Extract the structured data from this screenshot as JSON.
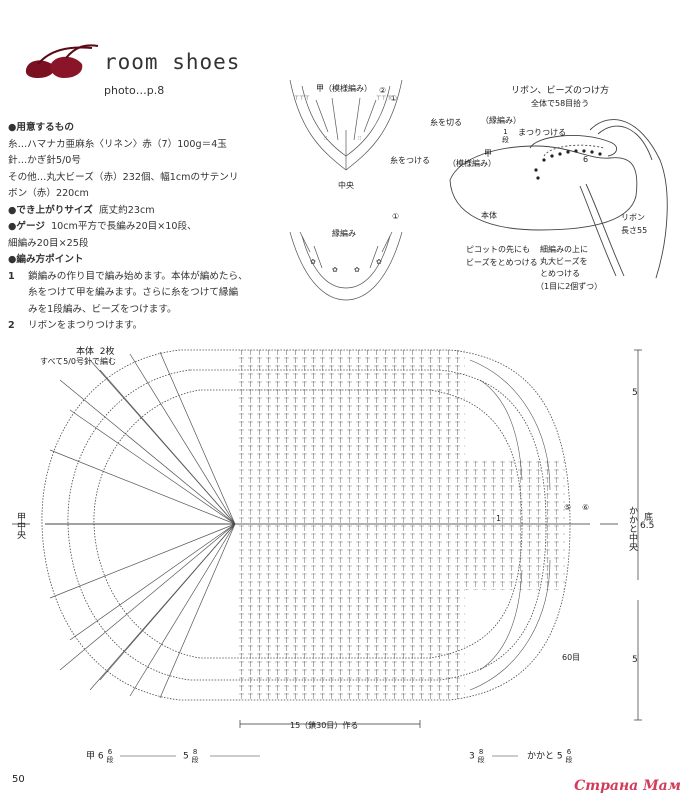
{
  "header": {
    "title": "room shoes",
    "photo_ref": "photo…p.8"
  },
  "materials": {
    "heading_materials": "●用意するもの",
    "yarn_line": "糸…ハマナカ亜麻糸〈リネン〉赤（7）100g＝4玉",
    "needle_line": "針…かぎ針5/0号",
    "other_line1": "その他…丸大ビーズ（赤）232個、幅1cmのサテンリ",
    "other_line2": "ボン（赤）220cm",
    "heading_size": "●でき上がりサイズ",
    "size_value": "底丈約23cm",
    "heading_gauge": "●ゲージ",
    "gauge_line1": "10cm平方で長編み20目×10段、",
    "gauge_line2": "細編み20目×25段",
    "heading_points": "●編み方ポイント",
    "points": [
      {
        "num": "1",
        "lines": [
          "鎖編みの作り目で編み始めます。本体が編めたら、",
          "糸をつけて甲を編みます。さらに糸をつけて縁編",
          "みを1段編み、ビーズをつけます。"
        ]
      },
      {
        "num": "2",
        "lines": [
          "リボンをまつりつけます。"
        ]
      }
    ]
  },
  "instep_chart": {
    "title": "甲（模様編み）",
    "cut_yarn": "糸を切る",
    "attach_yarn": "糸をつける",
    "center": "中央",
    "row1": "①",
    "row2": "②"
  },
  "edge_chart": {
    "title": "縁編み",
    "row1": "①"
  },
  "ribbon_diagram": {
    "title": "リボン、ビーズのつけ方",
    "pick_up": "全体で58目拾う",
    "edge_label": "（縁編み）",
    "edge_rows_num": "1",
    "edge_rows_unit": "段",
    "sew_on": "まつりつける",
    "instep_label1": "甲",
    "instep_label2": "（模様編み）",
    "six": "6",
    "body": "本体",
    "ribbon1": "リボン",
    "ribbon2": "長さ55",
    "picot1": "ピコットの先にも",
    "picot2": "ビーズをとめつける",
    "sc1": "細編みの上に",
    "sc2": "丸大ビーズを",
    "sc3": "とめつける",
    "sc4": "（1目に2個ずつ）"
  },
  "main_chart": {
    "title": "本体",
    "count": "2枚",
    "needle": "すべて5/0号針で編む",
    "toe_center": "甲中央",
    "heel_center": "かかと中央",
    "sole": "底",
    "sole_value": "6.5",
    "side_top": "5",
    "side_bottom": "5",
    "stitches60": "60目",
    "chain_base": "15（鎖30目）作る",
    "row5": "⑤",
    "row6": "⑥",
    "start": "1"
  },
  "footer": {
    "instep_label": "甲",
    "instep_num": "6",
    "instep_frac_top": "6",
    "instep_frac_bot": "段",
    "mid_num": "5",
    "mid_frac_top": "8",
    "mid_frac_bot": "段",
    "right_num": "3",
    "right_frac_top": "8",
    "right_frac_bot": "段",
    "heel_label": "かかと",
    "heel_num": "5",
    "heel_frac_top": "6",
    "heel_frac_bot": "段",
    "page_number": "50"
  },
  "watermark": "Страна Мам",
  "colors": {
    "shoe": "#7a1020",
    "watermark": "#d23c5a",
    "line": "#444444"
  }
}
